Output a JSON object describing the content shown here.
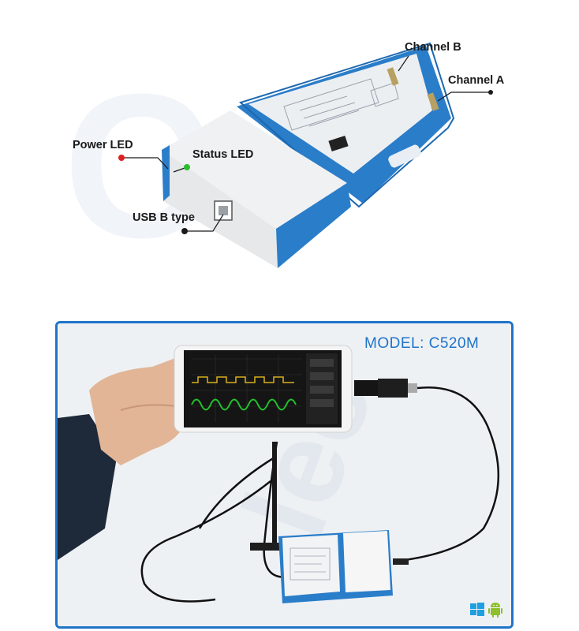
{
  "callouts": {
    "channel_b": "Channel B",
    "channel_a": "Channel A",
    "power_led": "Power LED",
    "status_led": "Status LED",
    "usb_b_type": "USB B type"
  },
  "model_label": "MODEL: C520M",
  "colors": {
    "accent_blue": "#1f74c8",
    "case_blue": "#2a7dc9",
    "power_led": "#e02020",
    "status_led": "#2ebd2e",
    "trace_green": "#22c22a",
    "trace_yellow": "#d8b020"
  },
  "icons": [
    "windows-logo-icon",
    "android-logo-icon"
  ]
}
